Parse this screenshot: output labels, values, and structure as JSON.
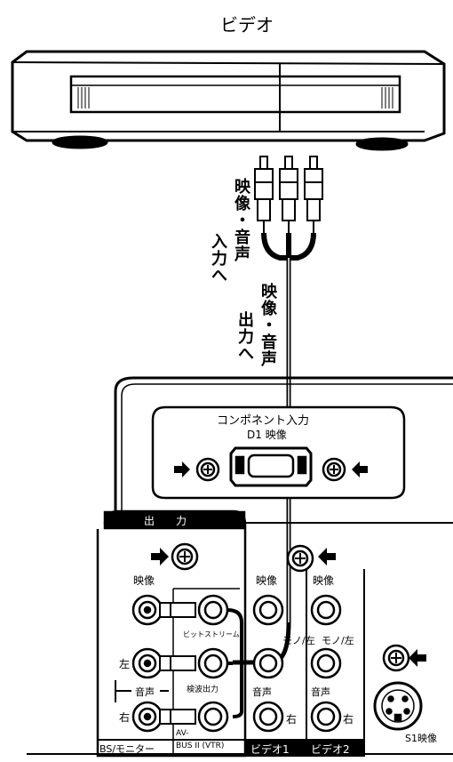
{
  "vcr": {
    "title": "ビデオ"
  },
  "cable_labels": {
    "vcr_side_a": "映像・音声",
    "vcr_side_b": "入力へ",
    "tv_side_a": "映像・音声",
    "tv_side_b": "出力へ"
  },
  "component_input": {
    "title": "コンポネント入力",
    "subtitle": "D1 映像"
  },
  "output_panel": {
    "header": "出　　力",
    "video": "映像",
    "left": "左",
    "audio": "音声",
    "right": "右",
    "bitstream": "ビットストリーム",
    "detector_output": "検波出力",
    "bs_monitor": "BS/モニター",
    "av_bus": "AV-",
    "av_bus_2": "BUS II (VTR)"
  },
  "video1_panel": {
    "video": "映像",
    "mono_left": "モノ/左",
    "audio": "音声",
    "right": "右",
    "footer": "ビデオ1"
  },
  "video2_panel": {
    "video": "映像",
    "mono_left": "モノ/左",
    "audio": "音声",
    "right": "右",
    "footer": "ビデオ2"
  },
  "s1_video": {
    "label": "S1映像"
  }
}
